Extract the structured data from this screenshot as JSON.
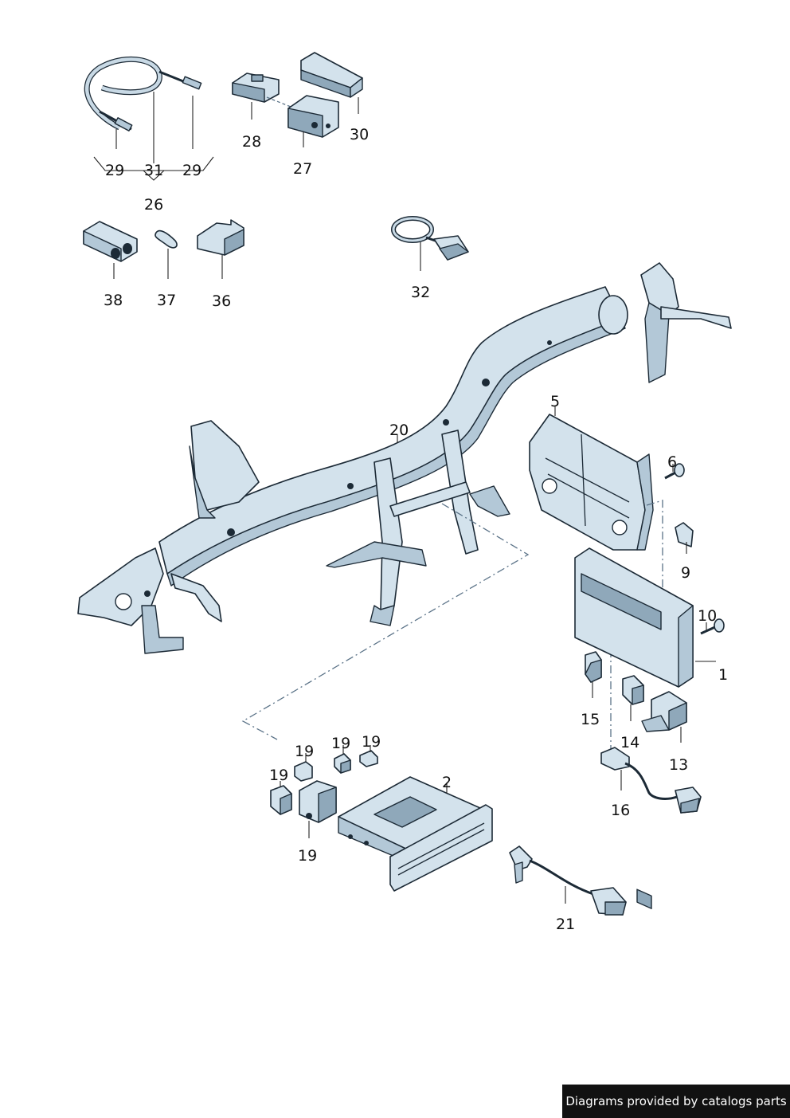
{
  "callouts": [
    {
      "id": "c29a",
      "label": "29"
    },
    {
      "id": "c31",
      "label": "31"
    },
    {
      "id": "c29b",
      "label": "29"
    },
    {
      "id": "c26",
      "label": "26"
    },
    {
      "id": "c28",
      "label": "28"
    },
    {
      "id": "c27",
      "label": "27"
    },
    {
      "id": "c30",
      "label": "30"
    },
    {
      "id": "c38",
      "label": "38"
    },
    {
      "id": "c37",
      "label": "37"
    },
    {
      "id": "c36",
      "label": "36"
    },
    {
      "id": "c32",
      "label": "32"
    },
    {
      "id": "c20",
      "label": "20"
    },
    {
      "id": "c5",
      "label": "5"
    },
    {
      "id": "c6",
      "label": "6"
    },
    {
      "id": "c9",
      "label": "9"
    },
    {
      "id": "c10",
      "label": "10"
    },
    {
      "id": "c1",
      "label": "1"
    },
    {
      "id": "c15",
      "label": "15"
    },
    {
      "id": "c14",
      "label": "14"
    },
    {
      "id": "c13",
      "label": "13"
    },
    {
      "id": "c16",
      "label": "16"
    },
    {
      "id": "c19a",
      "label": "19"
    },
    {
      "id": "c19b",
      "label": "19"
    },
    {
      "id": "c19c",
      "label": "19"
    },
    {
      "id": "c19d",
      "label": "19"
    },
    {
      "id": "c19e",
      "label": "19"
    },
    {
      "id": "c2",
      "label": "2"
    },
    {
      "id": "c21",
      "label": "21"
    }
  ],
  "footer": {
    "text": "Diagrams provided by catalogs parts"
  },
  "colors": {
    "part_fill": "#d3e2ec",
    "part_shadow": "#8fa8ba",
    "outline": "#1c2a36",
    "footer_bg": "#111111"
  }
}
